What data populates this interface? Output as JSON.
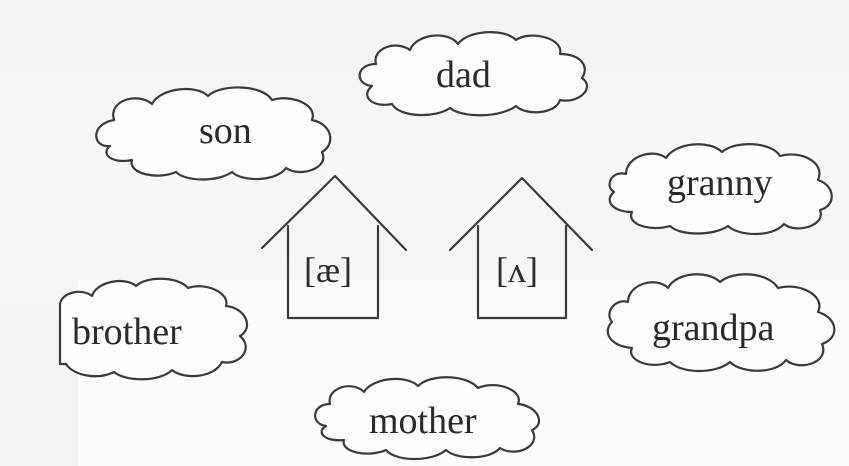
{
  "clouds": {
    "dad": "dad",
    "son": "son",
    "granny": "granny",
    "brother": "brother",
    "grandpa": "grandpa",
    "mother": "mother"
  },
  "houses": {
    "left": "[æ]",
    "right": "[ʌ]"
  }
}
